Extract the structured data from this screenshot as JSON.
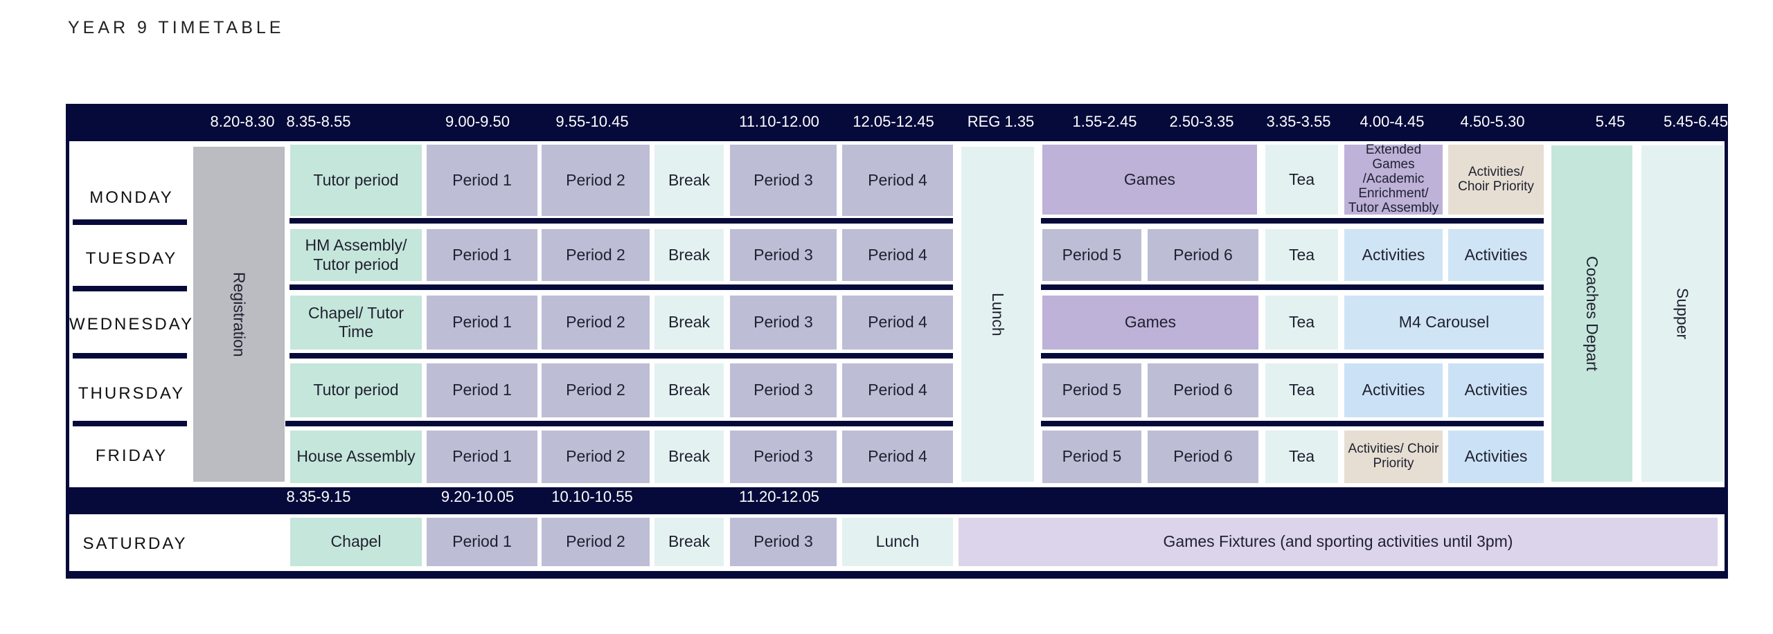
{
  "title": "YEAR 9 TIMETABLE",
  "weekday_times": [
    "8.20-8.30",
    "8.35-8.55",
    "9.00-9.50",
    "9.55-10.45",
    "11.10-12.00",
    "12.05-12.45",
    "REG 1.35",
    "1.55-2.45",
    "2.50-3.35",
    "3.35-3.55",
    "4.00-4.45",
    "4.50-5.30",
    "5.45",
    "5.45-6.45"
  ],
  "saturday_times": [
    "8.35-9.15",
    "9.20-10.05",
    "10.10-10.55",
    "11.20-12.05"
  ],
  "days": [
    "MONDAY",
    "TUESDAY",
    "WEDNESDAY",
    "THURSDAY",
    "FRIDAY",
    "SATURDAY"
  ],
  "spanning": {
    "registration": "Registration",
    "lunch": "Lunch",
    "coaches": "Coaches Depart",
    "supper": "Supper"
  },
  "monday": [
    "Tutor period",
    "Period 1",
    "Period 2",
    "Break",
    "Period 3",
    "Period 4",
    "Games",
    "Tea",
    "Extended Games /Academic Enrichment/ Tutor Assembly",
    "Activities/ Choir Priority"
  ],
  "tuesday": [
    "HM Assembly/ Tutor period",
    "Period 1",
    "Period 2",
    "Break",
    "Period 3",
    "Period 4",
    "Period 5",
    "Period 6",
    "Tea",
    "Activities",
    "Activities"
  ],
  "wednesday": [
    "Chapel/ Tutor Time",
    "Period 1",
    "Period 2",
    "Break",
    "Period 3",
    "Period 4",
    "Games",
    "Tea",
    "M4 Carousel"
  ],
  "thursday": [
    "Tutor period",
    "Period 1",
    "Period 2",
    "Break",
    "Period 3",
    "Period 4",
    "Period 5",
    "Period 6",
    "Tea",
    "Activities",
    "Activities"
  ],
  "friday": [
    "House Assembly",
    "Period 1",
    "Period 2",
    "Break",
    "Period 3",
    "Period 4",
    "Period 5",
    "Period 6",
    "Tea",
    "Activities/ Choir Priority",
    "Activities"
  ],
  "saturday": [
    "Chapel",
    "Period 1",
    "Period 2",
    "Break",
    "Period 3",
    "Lunch",
    "Games Fixtures (and sporting activities until 3pm)"
  ]
}
